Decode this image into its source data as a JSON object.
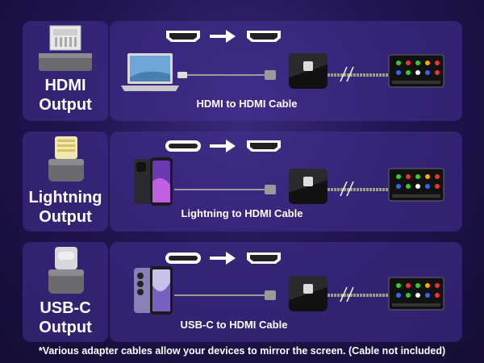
{
  "rows": [
    {
      "port_label_line1": "HDMI",
      "port_label_line2": "Output",
      "cable_label": "HDMI to HDMI Cable",
      "source_icon": "hdmi-connector-icon",
      "device": "laptop"
    },
    {
      "port_label_line1": "Lightning",
      "port_label_line2": "Output",
      "cable_label": "Lightning to HDMI Cable",
      "source_icon": "lightning-connector-icon",
      "device": "phone"
    },
    {
      "port_label_line1": "USB-C",
      "port_label_line2": "Output",
      "cable_label": "USB-C to HDMI Cable",
      "source_icon": "usb-c-connector-icon",
      "device": "phone"
    }
  ],
  "footnote": "*Various adapter cables allow your devices to mirror the screen. (Cable not included)",
  "colors": {
    "background": "#221552",
    "card": "#4a3696",
    "adapter": "#111111",
    "cable": "#9a9a9a"
  }
}
